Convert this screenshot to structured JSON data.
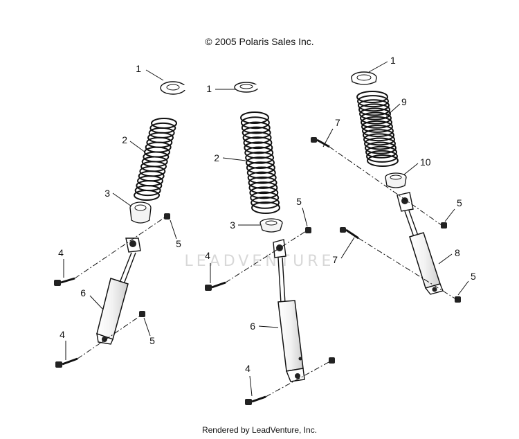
{
  "header": {
    "copyright": "© 2005 Polaris Sales Inc."
  },
  "footer": {
    "rendered_by": "Rendered by LeadVenture, Inc."
  },
  "watermark": {
    "text": "LEADVENTURE"
  },
  "callouts": {
    "a1": "1",
    "b1": "1",
    "c1": "1",
    "a2": "2",
    "b2": "2",
    "a3": "3",
    "b3": "3",
    "a4": "4",
    "a4b": "4",
    "b4": "4",
    "b4b": "4",
    "a5": "5",
    "a5b": "5",
    "b5": "5",
    "c5": "5",
    "c5b": "5",
    "a6": "6",
    "b6": "6",
    "c7": "7",
    "c7b": "7",
    "c8": "8",
    "c9": "9",
    "c10": "10"
  }
}
